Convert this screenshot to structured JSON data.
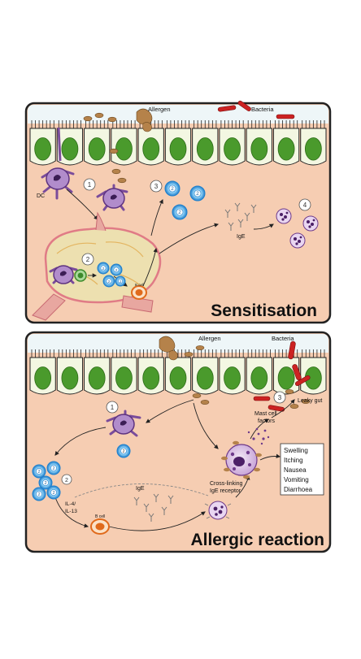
{
  "panel1": {
    "title": "Sensitisation",
    "labels": {
      "allergen": "Allergen",
      "bacteria": "Bacteria",
      "dc": "DC",
      "ige": "IgE",
      "b_cell": "B cell"
    },
    "steps": [
      "1",
      "2",
      "3",
      "4"
    ],
    "th2": "2"
  },
  "panel2": {
    "title": "Allergic reaction",
    "labels": {
      "allergen": "Allergen",
      "bacteria": "Bacteria",
      "leaky_gut": "Leaky gut",
      "mast_cell_factors_1": "Mast cell",
      "mast_cell_factors_2": "factors",
      "il4": "IL-4/",
      "il13": "IL-13",
      "b_cell": "B cell",
      "ige": "IgE",
      "crosslink_1": "Cross-linking",
      "crosslink_2": "IgE receptor"
    },
    "steps": [
      "1",
      "2",
      "3"
    ],
    "th2": "2",
    "symptoms": [
      "Swelling",
      "Itching",
      "Nausea",
      "Vomiting",
      "Diarrhoea"
    ]
  },
  "colors": {
    "tissue": "#f6cdb2",
    "lumen": "#eef6f8",
    "cell_body": "#f3f7e2",
    "nucleus": "#4a9a2c",
    "allergen": "#b5824a",
    "bacteria": "#cc2222",
    "dc": "#7a4c9b",
    "th2": "#2b8fd6",
    "mast": "#6e3a8a",
    "lymph_node": "#ede0b0"
  }
}
